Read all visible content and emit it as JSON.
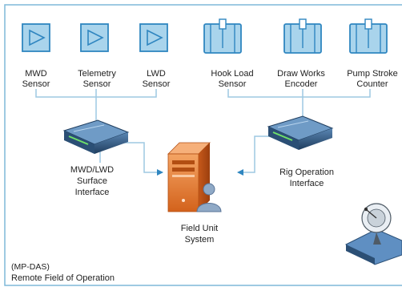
{
  "sensors": {
    "mwd": [
      "MWD",
      "Sensor"
    ],
    "telemetry": [
      "Telemetry",
      "Sensor"
    ],
    "lwd": [
      "LWD",
      "Sensor"
    ],
    "hook_load": [
      "Hook Load",
      "Sensor"
    ],
    "draw_works": [
      "Draw Works",
      "Encoder"
    ],
    "pump_stroke": [
      "Pump Stroke",
      "Counter"
    ]
  },
  "interfaces": {
    "mwd_lwd": [
      "MWD/LWD",
      "Surface",
      "Interface"
    ],
    "rig_operation": [
      "Rig Operation",
      "Interface"
    ]
  },
  "server": [
    "Field Unit",
    "System"
  ],
  "footer": [
    "(MP-DAS)",
    "Remote Field of Operation"
  ],
  "colors": {
    "frame": "#7fb8d8",
    "connector": "#9ec9e2",
    "sensor_fill": "#a9d4ec",
    "sensor_stroke": "#2f86c0",
    "arrow": "#2f86c0",
    "server": "#e2762e",
    "device": "#2b4f75"
  },
  "icons": {
    "sensor_analog": "triangle-sensor-icon",
    "sensor_rig": "barrel-sensor-icon",
    "interface": "network-device-icon",
    "server": "server-tower-icon",
    "user": "user-icon",
    "satellite": "satellite-dish-icon"
  }
}
